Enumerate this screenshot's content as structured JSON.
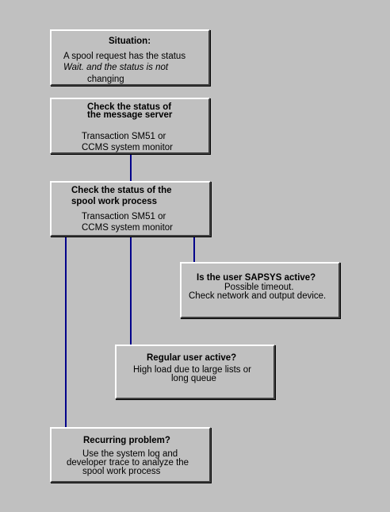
{
  "situation": {
    "title": "Situation:",
    "lines": [
      "A spool request has the status",
      "Wait. and the status is not",
      "changing"
    ]
  },
  "message_server": {
    "title_lines": [
      "Check the status of",
      "the message server"
    ],
    "lines": [
      "Transaction SM51 or",
      "CCMS system monitor"
    ]
  },
  "spool_process": {
    "title_lines": [
      "Check the status of the",
      "spool work process"
    ],
    "lines": [
      "Transaction SM51 or",
      "CCMS system monitor"
    ]
  },
  "sapsys": {
    "title": "Is the user SAPSYS active?",
    "lines": [
      "Possible timeout.",
      "Check network and output device."
    ]
  },
  "regular_user": {
    "title": "Regular user active?",
    "lines": [
      "High load due to large lists or",
      "long queue"
    ]
  },
  "recurring": {
    "title": "Recurring problem?",
    "lines": [
      "Use the system log and",
      "developer trace to analyze the",
      "spool work process"
    ]
  },
  "colors": {
    "connector": "#00008b",
    "background": "#c0c0c0"
  }
}
